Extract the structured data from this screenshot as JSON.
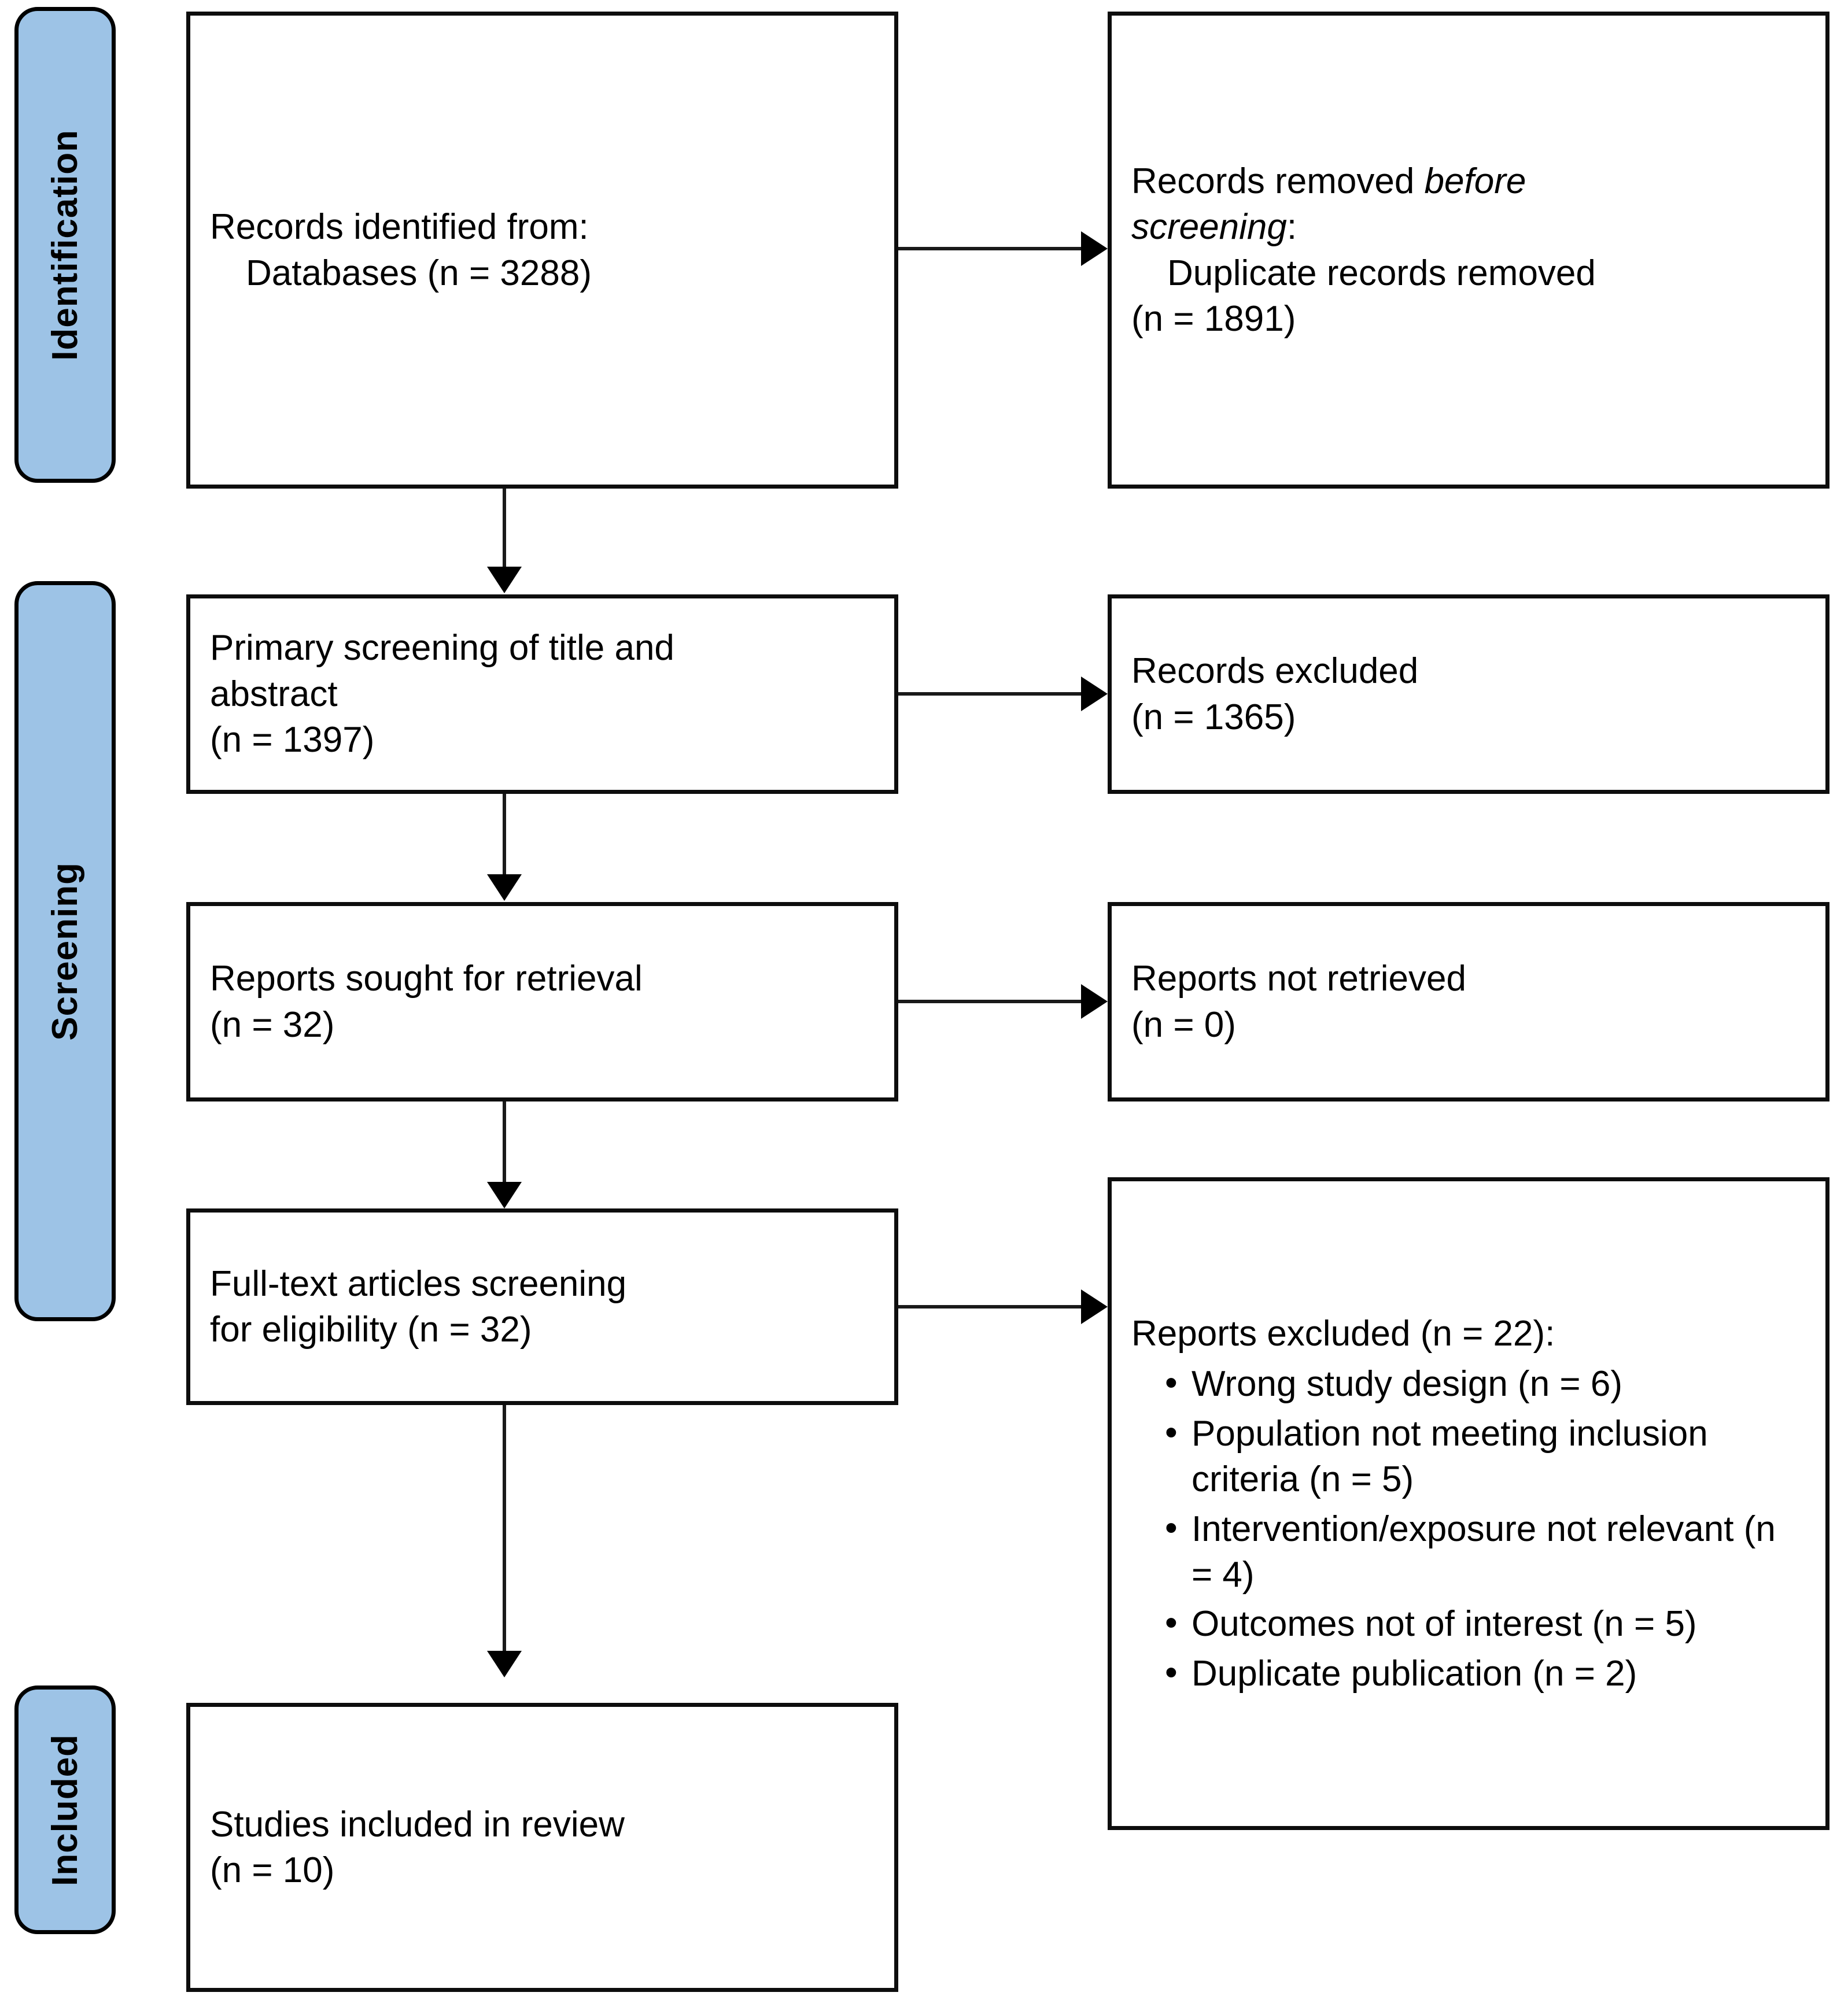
{
  "diagram": {
    "title": "PRISMA 2020 flow diagram",
    "accent_color": "#9dc3e6",
    "border_color": "#0d0d0d"
  },
  "stages": {
    "identification": "Identification",
    "screening": "Screening",
    "included": "Included"
  },
  "boxes": {
    "records_identified": {
      "line1": "Records identified from:",
      "line2": "Databases (n = 3288)"
    },
    "records_removed": {
      "line1_a": "Records removed ",
      "line1_b": "before",
      "line2_b": "screening",
      "line2_c": ":",
      "line3": "Duplicate records removed",
      "line4": "(n = 1891)"
    },
    "primary_screening": {
      "line1": "Primary screening of title and",
      "line2": "abstract",
      "line3": "(n = 1397)"
    },
    "records_excluded": {
      "line1": "Records excluded",
      "line2": "(n = 1365)"
    },
    "reports_sought": {
      "line1": "Reports sought for retrieval",
      "line2": "(n = 32)"
    },
    "reports_not_retrieved": {
      "line1": "Reports not retrieved",
      "line2": "(n = 0)"
    },
    "fulltext_screening": {
      "line1": "Full-text articles screening",
      "line2": "for eligibility (n = 32)"
    },
    "reports_excluded": {
      "heading": "Reports excluded (n = 22):",
      "reasons": [
        "Wrong study design (n = 6)",
        "Population not meeting inclusion criteria (n = 5)",
        "Intervention/exposure not relevant (n = 4)",
        "Outcomes not of interest (n = 5)",
        "Duplicate publication (n = 2)"
      ]
    },
    "studies_included": {
      "line1": "Studies included in review",
      "line2": "(n = 10)"
    }
  },
  "chart_data": {
    "type": "flow",
    "title": "PRISMA 2020 flow diagram",
    "nodes": [
      {
        "id": "records_identified",
        "stage": "Identification",
        "label": "Records identified from: Databases",
        "n": 3288
      },
      {
        "id": "records_removed",
        "stage": "Identification",
        "label": "Records removed before screening: Duplicate records removed",
        "n": 1891
      },
      {
        "id": "primary_screening",
        "stage": "Screening",
        "label": "Primary screening of title and abstract",
        "n": 1397
      },
      {
        "id": "records_excluded",
        "stage": "Screening",
        "label": "Records excluded",
        "n": 1365
      },
      {
        "id": "reports_sought",
        "stage": "Screening",
        "label": "Reports sought for retrieval",
        "n": 32
      },
      {
        "id": "reports_not_retrieved",
        "stage": "Screening",
        "label": "Reports not retrieved",
        "n": 0
      },
      {
        "id": "fulltext_screening",
        "stage": "Screening",
        "label": "Full-text articles screening for eligibility",
        "n": 32
      },
      {
        "id": "reports_excluded",
        "stage": "Screening",
        "label": "Reports excluded",
        "n": 22,
        "breakdown": [
          {
            "reason": "Wrong study design",
            "n": 6
          },
          {
            "reason": "Population not meeting inclusion criteria",
            "n": 5
          },
          {
            "reason": "Intervention/exposure not relevant",
            "n": 4
          },
          {
            "reason": "Outcomes not of interest",
            "n": 5
          },
          {
            "reason": "Duplicate publication",
            "n": 2
          }
        ]
      },
      {
        "id": "studies_included",
        "stage": "Included",
        "label": "Studies included in review",
        "n": 10
      }
    ],
    "edges": [
      {
        "from": "records_identified",
        "to": "records_removed",
        "direction": "right"
      },
      {
        "from": "records_identified",
        "to": "primary_screening",
        "direction": "down"
      },
      {
        "from": "primary_screening",
        "to": "records_excluded",
        "direction": "right"
      },
      {
        "from": "primary_screening",
        "to": "reports_sought",
        "direction": "down"
      },
      {
        "from": "reports_sought",
        "to": "reports_not_retrieved",
        "direction": "right"
      },
      {
        "from": "reports_sought",
        "to": "fulltext_screening",
        "direction": "down"
      },
      {
        "from": "fulltext_screening",
        "to": "reports_excluded",
        "direction": "right"
      },
      {
        "from": "fulltext_screening",
        "to": "studies_included",
        "direction": "down"
      }
    ]
  }
}
